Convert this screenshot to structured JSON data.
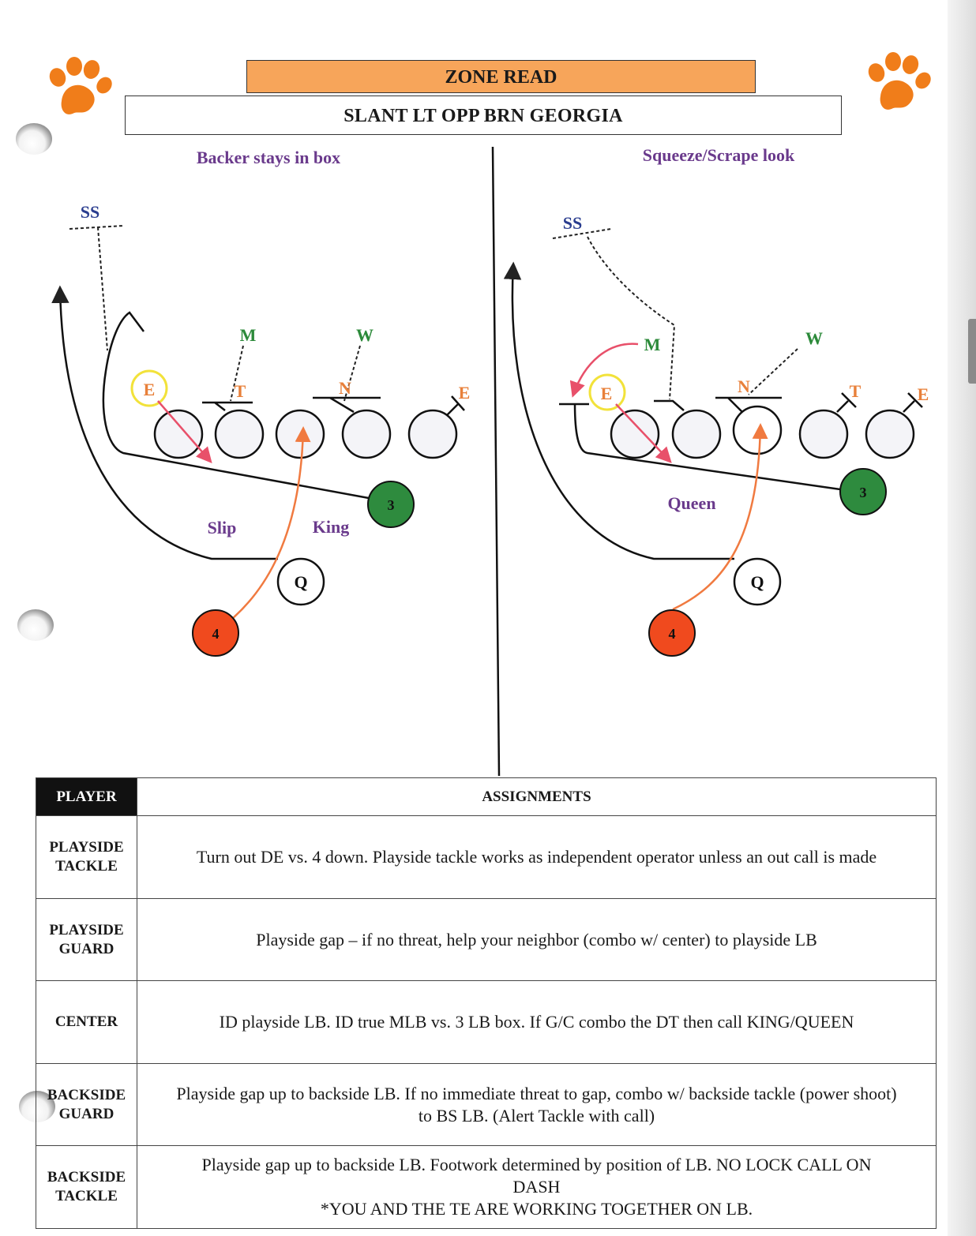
{
  "header": {
    "title": "ZONE READ",
    "subtitle": "SLANT LT OPP BRN GEORGIA"
  },
  "diagrams": {
    "left": {
      "heading": "Backer stays in box",
      "labels": {
        "ss": "SS",
        "m": "M",
        "w": "W",
        "e1": "E",
        "t": "T",
        "n": "N",
        "e2": "E",
        "slip": "Slip",
        "king": "King",
        "three": "3",
        "q": "Q",
        "four": "4"
      }
    },
    "right": {
      "heading": "Squeeze/Scrape look",
      "labels": {
        "ss": "SS",
        "m": "M",
        "w": "W",
        "e1": "E",
        "n": "N",
        "t": "T",
        "e2": "E",
        "queen": "Queen",
        "three": "3",
        "q": "Q",
        "four": "4"
      }
    }
  },
  "colors": {
    "orange_bar": "#f7a55a",
    "paw": "#f07d1a",
    "green_player": "#2e8b3e",
    "red_player": "#f04a1e",
    "yellow_circle": "#f2e23a"
  },
  "table": {
    "col_player": "PLAYER",
    "col_assignments": "ASSIGNMENTS",
    "rows": [
      {
        "player_line1": "PLAYSIDE",
        "player_line2": "TACKLE",
        "text_line1": "Turn out DE vs. 4 down. Playside tackle works as independent operator unless an out call is made",
        "text_line2": "",
        "text_line3": ""
      },
      {
        "player_line1": "PLAYSIDE",
        "player_line2": "GUARD",
        "text_line1": "Playside gap – if no threat, help your neighbor (combo w/ center) to playside LB",
        "text_line2": "",
        "text_line3": ""
      },
      {
        "player_line1": "CENTER",
        "player_line2": "",
        "text_line1": "ID playside LB. ID true MLB vs. 3 LB box. If G/C combo the DT then call KING/QUEEN",
        "text_line2": "",
        "text_line3": ""
      },
      {
        "player_line1": "BACKSIDE",
        "player_line2": "GUARD",
        "text_line1": "Playside gap up to backside LB. If no immediate threat to gap, combo w/ backside tackle (power shoot)",
        "text_line2": "to BS LB. (Alert Tackle with call)",
        "text_line3": ""
      },
      {
        "player_line1": "BACKSIDE",
        "player_line2": "TACKLE",
        "text_line1": "Playside gap up to backside LB. Footwork determined by position of LB. NO LOCK CALL ON",
        "text_line2": "DASH",
        "text_line3": "*YOU AND THE TE ARE WORKING TOGETHER ON LB."
      }
    ]
  }
}
